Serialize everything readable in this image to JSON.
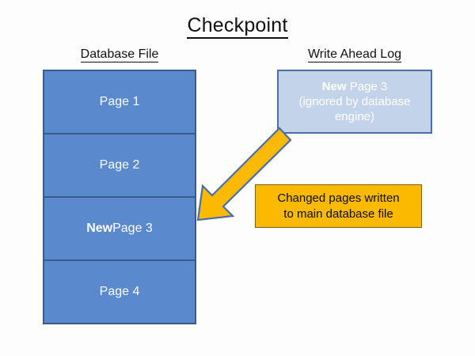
{
  "slide": {
    "title": "Checkpoint",
    "background_color": "#fdfdfd"
  },
  "columns": {
    "database_file": {
      "heading": "Database File",
      "fill_color": "#5A8ACD",
      "border_color": "#385D8A",
      "text_color": "#ffffff",
      "pages": [
        {
          "label": "Page 1",
          "emphasis": "",
          "rest": "Page 1"
        },
        {
          "label": "Page 2",
          "emphasis": "",
          "rest": "Page 2"
        },
        {
          "label": "New Page 3",
          "emphasis": "New",
          "rest": " Page 3"
        },
        {
          "label": "Page 4",
          "emphasis": "",
          "rest": "Page 4"
        }
      ]
    },
    "write_ahead_log": {
      "heading": "Write Ahead Log",
      "fill_color": "#C3D3E9",
      "border_color": "#4A6EA9",
      "text_color": "#ffffff",
      "entry": {
        "emphasis": "New",
        "rest": " Page 3",
        "note": "(ignored by database engine)"
      }
    }
  },
  "callout": {
    "text_line1": "Changed pages written",
    "text_line2": "to main database file",
    "fill_color": "#FBBA00",
    "border_color": "#7D6209",
    "text_color": "#0d0d0d"
  },
  "arrow": {
    "name": "checkpoint-write-arrow",
    "direction": "down-left",
    "fill_color": "#FBBA00",
    "border_color": "#4A6EA9"
  }
}
